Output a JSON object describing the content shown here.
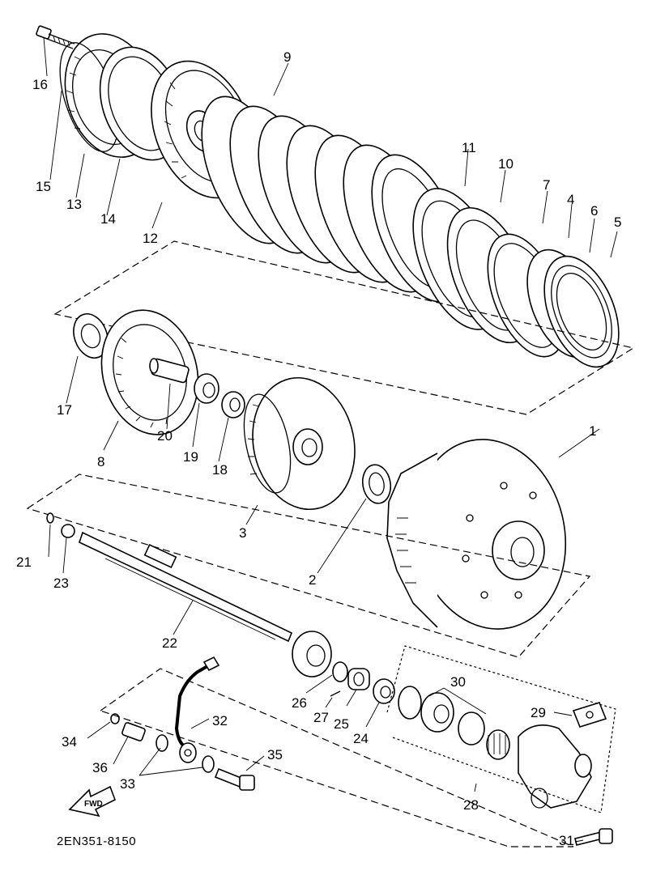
{
  "diagram": {
    "drawing_code": "2EN351-8150",
    "fwd_label": "FWD",
    "part_labels": [
      "1",
      "2",
      "3",
      "4",
      "5",
      "6",
      "7",
      "8",
      "9",
      "10",
      "11",
      "12",
      "13",
      "14",
      "15",
      "16",
      "17",
      "18",
      "19",
      "20",
      "21",
      "22",
      "23",
      "24",
      "25",
      "26",
      "27",
      "28",
      "29",
      "30",
      "31",
      "32",
      "33",
      "34",
      "35",
      "36"
    ]
  }
}
